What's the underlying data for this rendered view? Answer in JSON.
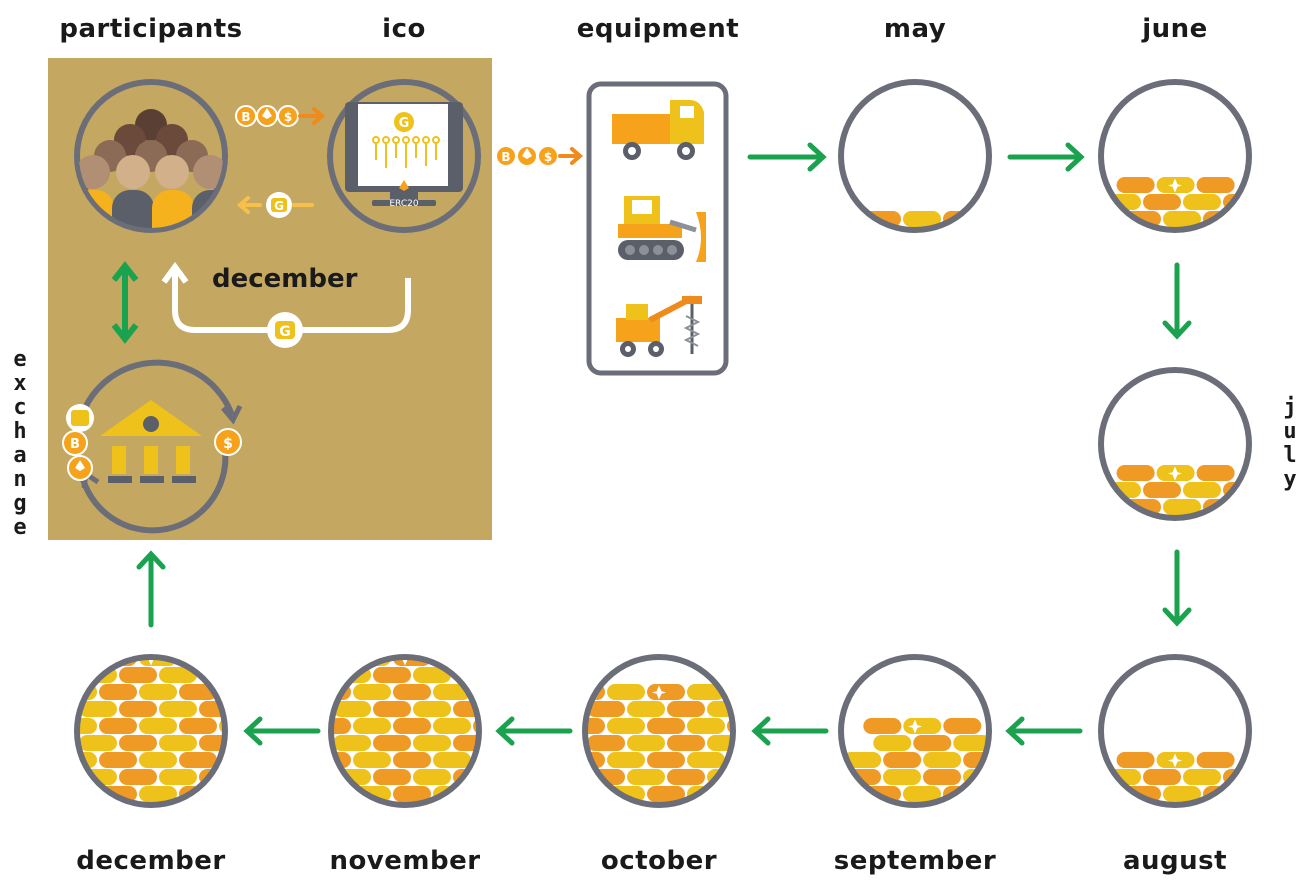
{
  "labels": {
    "participants": "participants",
    "ico": "ico",
    "equipment": "equipment",
    "may": "may",
    "june": "june",
    "july": "july",
    "august": "august",
    "september": "september",
    "october": "october",
    "november": "november",
    "december_bottom": "december",
    "december_panel": "december",
    "exchange": "exchange",
    "erc20": "ERC20"
  },
  "coin_icons": {
    "bitcoin": "B",
    "ethereum": "♦",
    "dollar": "$",
    "token": "G"
  },
  "colors": {
    "panel": "#c4a761",
    "ring": "#6b6e78",
    "arrow_green": "#1aa24f",
    "arrow_orange": "#ef8a1c",
    "gold": "#efc21b",
    "orange": "#ef9a24",
    "coin_outer": "#f7a21b",
    "white": "#ffffff"
  },
  "progress": {
    "may": 0.15,
    "june": 0.35,
    "july": 0.35,
    "august": 0.35,
    "september": 0.55,
    "october": 0.8,
    "november": 0.95,
    "december": 1.0
  },
  "icons": {
    "participants": "people-group-icon",
    "ico": "monitor-contract-icon",
    "exchange": "bank-icon",
    "truck": "dump-truck-icon",
    "bulldozer": "bulldozer-icon",
    "drill": "drill-rig-icon"
  }
}
